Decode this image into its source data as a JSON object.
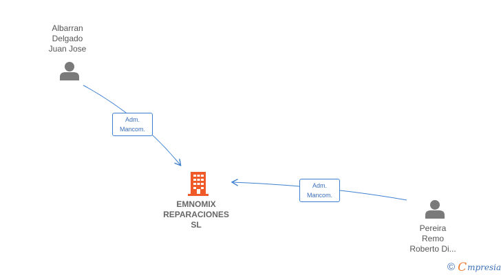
{
  "nodes": {
    "person_top": {
      "name_lines": [
        "Albarran",
        "Delgado",
        "Juan Jose"
      ]
    },
    "person_right": {
      "name_lines": [
        "Pereira",
        "Remo",
        "Roberto Di..."
      ]
    },
    "company": {
      "name_lines": [
        "EMNOMIX",
        "REPARACIONES",
        "SL"
      ]
    }
  },
  "edges": [
    {
      "from": "person_top",
      "to": "company",
      "role_lines": [
        "Adm.",
        "Mancom."
      ]
    },
    {
      "from": "person_right",
      "to": "company",
      "role_lines": [
        "Adm.",
        "Mancom."
      ]
    }
  ],
  "watermark": {
    "copyright": "©",
    "brand_initial": "C",
    "brand_rest": "mpresia"
  },
  "colors": {
    "edge": "#3d7fd1",
    "person_icon": "#7a7a7a",
    "company_icon": "#f05a28",
    "text": "#555555"
  }
}
